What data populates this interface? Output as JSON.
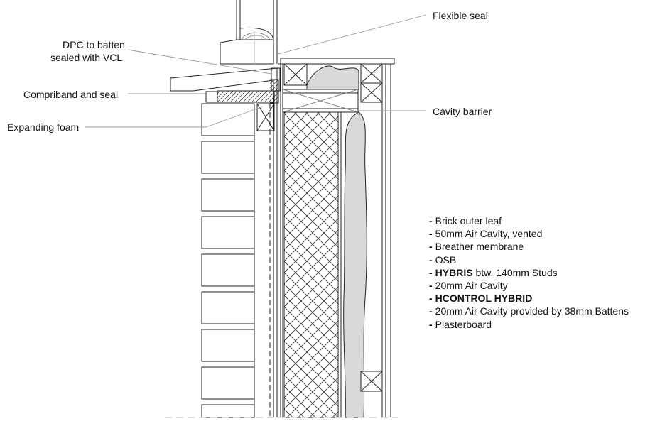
{
  "labels": {
    "flexible_seal": "Flexible seal",
    "dpc_line1": "DPC to batten",
    "dpc_line2": "sealed with VCL",
    "compriband": "Compriband and seal",
    "expanding_foam": "Expanding foam",
    "cavity_barrier": "Cavity barrier"
  },
  "legend": {
    "dash": "-",
    "items": [
      {
        "bold": "",
        "text": "Brick outer leaf"
      },
      {
        "bold": "",
        "text": "50mm Air Cavity, vented"
      },
      {
        "bold": "",
        "text": "Breather membrane"
      },
      {
        "bold": "",
        "text": "OSB"
      },
      {
        "bold": "HYBRIS",
        "text": " btw. 140mm Studs"
      },
      {
        "bold": "",
        "text": "20mm Air Cavity"
      },
      {
        "bold": "HCONTROL HYBRID",
        "text": ""
      },
      {
        "bold": "",
        "text": "20mm Air Cavity provided by 38mm Battens"
      },
      {
        "bold": "",
        "text": "Plasterboard"
      }
    ]
  },
  "colors": {
    "line": "#222222",
    "fill_grey": "#d9d9d9",
    "leader": "#999999"
  }
}
